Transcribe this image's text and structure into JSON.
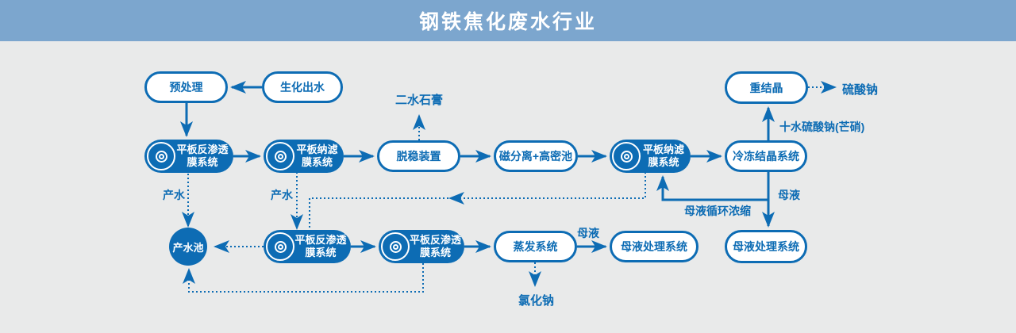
{
  "header": {
    "title": "钢铁焦化废水行业"
  },
  "colors": {
    "accent": "#0d6cb4",
    "header_background": "#7ca6ce",
    "canvas_background": "#e9eaea",
    "node_fill": "#ffffff",
    "pill_text": "#ffffff"
  },
  "nodes": {
    "pretreatment": {
      "label": "预处理"
    },
    "biochemical_effluent": {
      "label": "生化出水"
    },
    "ro_membrane_1": {
      "line1": "平板反渗透",
      "line2": "膜系统"
    },
    "nf_membrane_1": {
      "line1": "平板纳滤",
      "line2": "膜系统"
    },
    "destabilization": {
      "label": "脱稳装置"
    },
    "magnetic_separation": {
      "label": "磁分离+高密池"
    },
    "nf_membrane_2": {
      "line1": "平板纳滤",
      "line2": "膜系统"
    },
    "freezing_crystallization": {
      "label": "冷冻结晶系统"
    },
    "recrystallization": {
      "label": "重结晶"
    },
    "product_water_pool": {
      "label": "产水池"
    },
    "ro_membrane_2": {
      "line1": "平板反渗透",
      "line2": "膜系统"
    },
    "ro_membrane_3": {
      "line1": "平板反渗透",
      "line2": "膜系统"
    },
    "evaporation": {
      "label": "蒸发系统"
    },
    "mother_liquor_treatment_mid": {
      "label": "母液处理系统"
    },
    "mother_liquor_treatment_right": {
      "label": "母液处理系统"
    }
  },
  "labels": {
    "gypsum": "二水石膏",
    "product_water_1": "产水",
    "product_water_2": "产水",
    "sodium_sulfate": "硫酸钠",
    "sodium_sulfate_decahydrate": "十水硫酸钠(芒硝)",
    "mother_liquor_right": "母液",
    "mother_liquor_recycle": "母液循环浓缩",
    "mother_liquor_mid": "母液",
    "sodium_chloride": "氯化钠"
  }
}
